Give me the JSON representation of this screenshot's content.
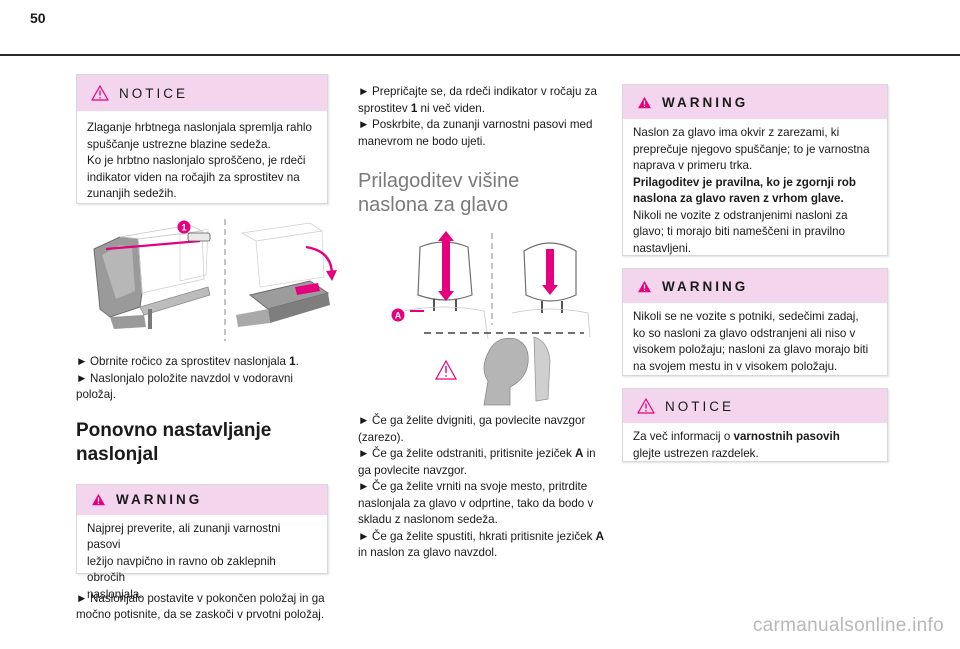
{
  "page": {
    "number": "50",
    "watermark": "carmanualsonline.info"
  },
  "col1": {
    "notice": {
      "title": "NOTICE",
      "lines": [
        "Zlaganje hrbtnega naslonjala spremlja rahlo",
        "spuščanje ustrezne blazine sedeža.",
        "Ko je hrbtno naslonjalo sproščeno, je rdeči",
        "indikator viden na ročajih za sprostitev na",
        "zunanjih sedežih."
      ]
    },
    "figure_label": "1",
    "instr": {
      "line1_pre": "Obrnite ročico za sprostitev naslonjala ",
      "line1_bold": "1",
      "line1_post": ".",
      "line2": "Naslonjalo položite navzdol v vodoravni",
      "line3": "položaj."
    },
    "heading": {
      "line1": "Ponovno nastavljanje",
      "line2": "naslonjal"
    },
    "warning": {
      "title": "WARNING",
      "lines": [
        "Najprej preverite, ali zunanji varnostni pasovi",
        "ležijo navpično in ravno ob zaklepnih obročih",
        "naslonjala."
      ]
    },
    "instr2": {
      "line1": "Naslonjalo postavite v pokončen položaj in ga",
      "line2": "močno potisnite, da se zaskoči v prvotni položaj."
    }
  },
  "col2": {
    "intro": {
      "line1": "Prepričajte se, da rdeči indikator v ročaju za",
      "line2_pre": "sprostitev ",
      "line2_bold": "1",
      "line2_post": " ni več viden.",
      "line3": "Poskrbite, da zunanji varnostni pasovi med",
      "line4": "manevrom ne bodo ujeti."
    },
    "heading": {
      "line1": "Prilagoditev višine",
      "line2": "naslona za glavo"
    },
    "figure_label": "A",
    "steps": {
      "s1a": "Če ga želite dvigniti, ga povlecite navzgor",
      "s1b": "(zarezo).",
      "s2a_pre": "Če ga želite odstraniti, pritisnite jeziček ",
      "s2a_bold": "A",
      "s2a_post": " in",
      "s2b": "ga povlecite navzgor.",
      "s3a": "Če ga želite vrniti na svoje mesto, pritrdite",
      "s3b": "naslonjala za glavo v odprtine, tako da bodo v",
      "s3c": "skladu z naslonom sedeža.",
      "s4a_pre": "Če ga želite spustiti, hkrati pritisnite jeziček ",
      "s4a_bold": "A",
      "s4b": "in naslon za glavo navzdol."
    }
  },
  "col3": {
    "warning1": {
      "title": "WARNING",
      "l1": "Naslon za glavo ima okvir z zarezami, ki",
      "l2": "preprečuje njegovo spuščanje; to je varnostna",
      "l3": "naprava v primeru trka.",
      "b1": "Prilagoditev je pravilna, ko je zgornji rob",
      "b2": "naslona za glavo raven z vrhom glave.",
      "l4": "Nikoli ne vozite z odstranjenimi nasloni za",
      "l5": "glavo; ti morajo biti nameščeni in pravilno",
      "l6": "nastavljeni."
    },
    "warning2": {
      "title": "WARNING",
      "lines": [
        "Nikoli se ne vozite s potniki, sedečimi zadaj,",
        "ko so nasloni za glavo odstranjeni ali niso v",
        "visokem položaju; nasloni za glavo morajo biti",
        "na svojem mestu in v visokem položaju."
      ]
    },
    "notice": {
      "title": "NOTICE",
      "l1_pre": "Za več informacij o ",
      "l1_bold": "varnostnih pasovih",
      "l2": "glejte ustrezen razdelek."
    }
  },
  "colors": {
    "accent_pink": "#f3d5ee",
    "magenta": "#e6007e",
    "warning_triangle": "#e6007e"
  },
  "icons": {
    "bullet": "►",
    "warning": "warning-triangle-icon"
  }
}
